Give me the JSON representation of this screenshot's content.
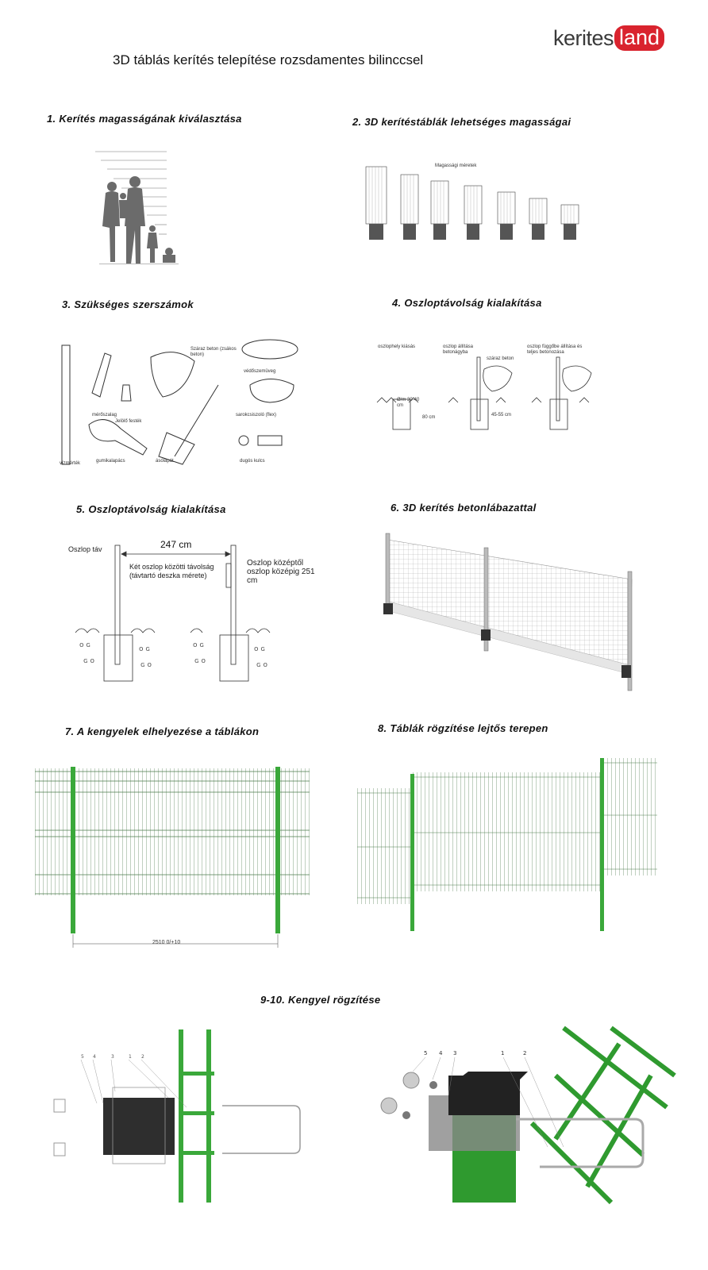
{
  "brand": {
    "logo_left": "kerites",
    "logo_right": "land",
    "accent_color": "#d9232e"
  },
  "page_title": "3D táblás kerítés telepítése rozsdamentes bilinccsel",
  "sections": {
    "s1": "1. Kerítés magasságának kiválasztása",
    "s2": "2. 3D kerítéstáblák lehetséges magasságai",
    "s3": "3. Szükséges szerszámok",
    "s4": "4. Oszloptávolság kialakítása",
    "s5": "5. Oszloptávolság kialakítása",
    "s6": "6. 3D kerítés betonlábazattal",
    "s7": "7. A kengyelek elhelyezése a táblákon",
    "s8": "8. Táblák rögzítése lejtős terepen",
    "s9": "9-10. Kengyel rögzítése"
  },
  "s2_chart_caption": "Magassági méretek",
  "tools": {
    "concrete": "Száraz beton (zsákos beton)",
    "goggles": "védőszemüveg",
    "tape": "mérőszalag",
    "marker": "Jelölő festék",
    "angle_grinder": "sarokcsiszoló (flex)",
    "mallet": "gumikalapács",
    "shovel": "ásólapát",
    "level": "vízmérték",
    "socket": "dugós kulcs"
  },
  "post_steps": {
    "hole": "oszlophely kiásás",
    "set": "oszlop állítása betonágyba",
    "dry_concrete": "száraz beton",
    "align": "oszlop függőbe állítása és teljes betonozása",
    "dims": "Ø/m 30-40 cm",
    "depth": "80 cm",
    "depth2": "45-55 cm"
  },
  "spacing": {
    "post_dist": "Oszlop táv",
    "distance": "247 cm",
    "between": "Két oszlop közötti távolság (távtartó deszka mérete)",
    "center_to_center": "Oszlop középtől oszlop középig 251 cm"
  },
  "panel_dimension": "2510 0/+10",
  "part_numbers": [
    "5",
    "4",
    "3",
    "2",
    "1"
  ]
}
